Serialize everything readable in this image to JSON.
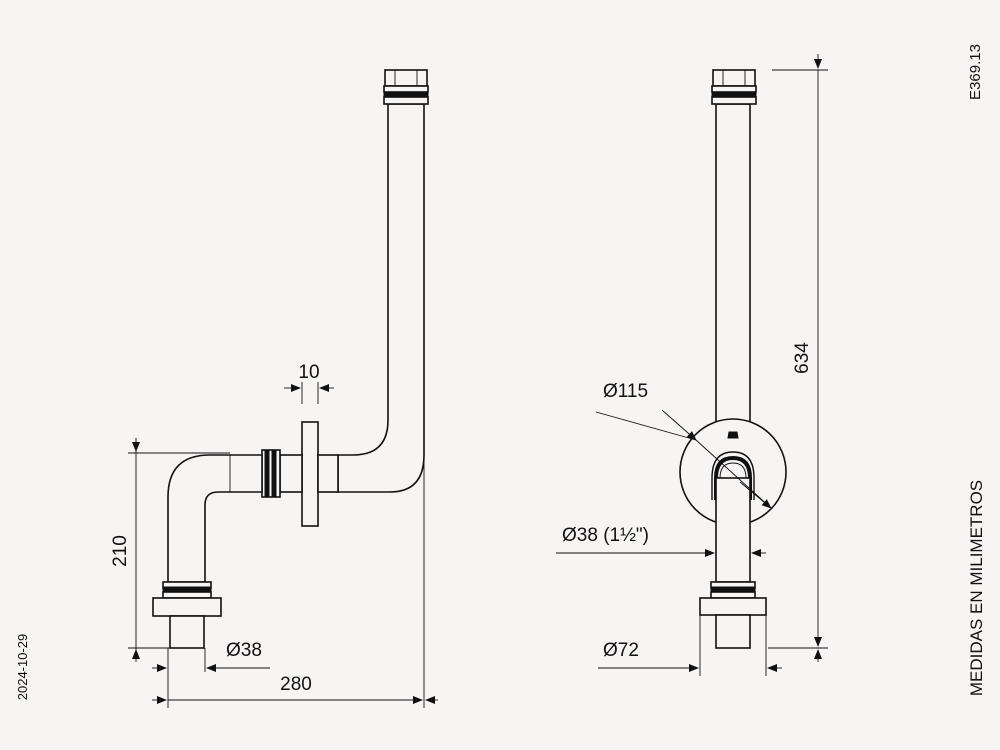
{
  "drawing_code": "E369.13",
  "date": "2024-10-29",
  "units_note": "MEDIDAS EN MILIMETROS",
  "side_view": {
    "flange_thickness": "10",
    "height": "210",
    "pipe_diameter": "Ø38",
    "total_width": "280"
  },
  "front_view": {
    "total_height": "634",
    "rosette_diameter": "Ø115",
    "pipe_diameter": "Ø38 (1½\")",
    "base_diameter": "Ø72"
  }
}
